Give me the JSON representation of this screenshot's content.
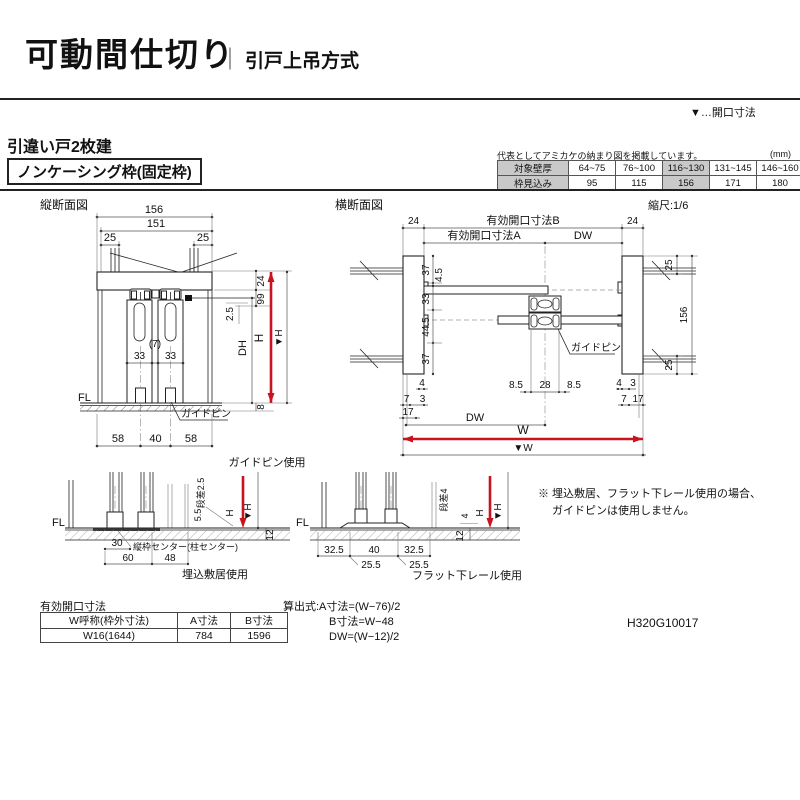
{
  "header": {
    "title": "可動間仕切り",
    "divider": "｜",
    "subtitle": "引戸上吊方式",
    "legend": "▼…開口寸法"
  },
  "intro": {
    "door_type": "引違い戸2枚建",
    "frame_type": "ノンケーシング枠(固定枠)"
  },
  "wall_table": {
    "note": "代表としてアミカケの納まり図を掲載しています。",
    "unit": "(mm)",
    "col_labels": [
      "対象壁厚",
      "枠見込み"
    ],
    "columns": [
      "64~75",
      "76~100",
      "116~130",
      "131~145",
      "146~160"
    ],
    "values": [
      "95",
      "115",
      "156",
      "171",
      "180"
    ]
  },
  "vsec": {
    "title": "縦断面図",
    "d156": "156",
    "d151": "151",
    "d25l": "25",
    "d25r": "25",
    "d24": "24",
    "d99": "99",
    "d2_5": "2.5",
    "d7": "(7)",
    "d33l": "33",
    "d33r": "33",
    "fl": "FL",
    "dh": "DH",
    "h": "H",
    "hv": "▼H",
    "d8": "8",
    "guide_pin": "ガイドピン",
    "d58l": "58",
    "d40": "40",
    "d58r": "58"
  },
  "hsec": {
    "title": "横断面図",
    "scale": "縮尺:1/6",
    "d24l": "24",
    "openb": "有効開口寸法B",
    "d24r": "24",
    "opena": "有効開口寸法A",
    "dw_top": "DW",
    "d37t": "37",
    "d4_5": "4.5",
    "d33": "33",
    "d44_5": "44.5",
    "d37b": "37",
    "d25t": "25",
    "d156": "156",
    "d25b": "25",
    "guide_pin": "ガイドピン",
    "d4l": "4",
    "d7l": "7",
    "d3l": "3",
    "d17l": "17",
    "d8_5l": "8.5",
    "d28": "28",
    "d8_5r": "8.5",
    "d4r": "4",
    "d3r": "3",
    "d7r": "7",
    "d17r": "17",
    "dw_bottom": "DW",
    "w": "W",
    "wv": "▼W"
  },
  "detail1": {
    "caption": "ガイドピン使用",
    "fl": "FL",
    "step": "段差2.5",
    "d5_5": "5.5",
    "h": "H",
    "hv": "▼H",
    "d12": "12",
    "d30": "30",
    "center": "縦枠センター(柱センター)",
    "d60": "60",
    "d48": "48",
    "caption_bottom": "埋込敷居使用"
  },
  "detail2": {
    "fl": "FL",
    "step": "段差4",
    "d4": "4",
    "h": "H",
    "hv": "▼H",
    "d12": "12",
    "d32_5l": "32.5",
    "d40": "40",
    "d32_5r": "32.5",
    "d25_5l": "25.5",
    "d25_5r": "25.5",
    "caption_bottom": "フラット下レール使用"
  },
  "note": {
    "line1": "※ 埋込敷居、フラット下レール使用の場合、",
    "line2": "ガイドピンは使用しません。"
  },
  "opening_table": {
    "title": "有効開口寸法",
    "headers": [
      "W呼称(枠外寸法)",
      "A寸法",
      "B寸法"
    ],
    "row": [
      "W16(1644)",
      "784",
      "1596"
    ]
  },
  "formulas": {
    "line1": "算出式:A寸法=(W−76)/2",
    "line2": "B寸法=W−48",
    "line3": "DW=(W−12)/2"
  },
  "doc_code": "H320G10017",
  "colors": {
    "accent_red": "#c8141e",
    "highlight": "#c9c9c9"
  }
}
